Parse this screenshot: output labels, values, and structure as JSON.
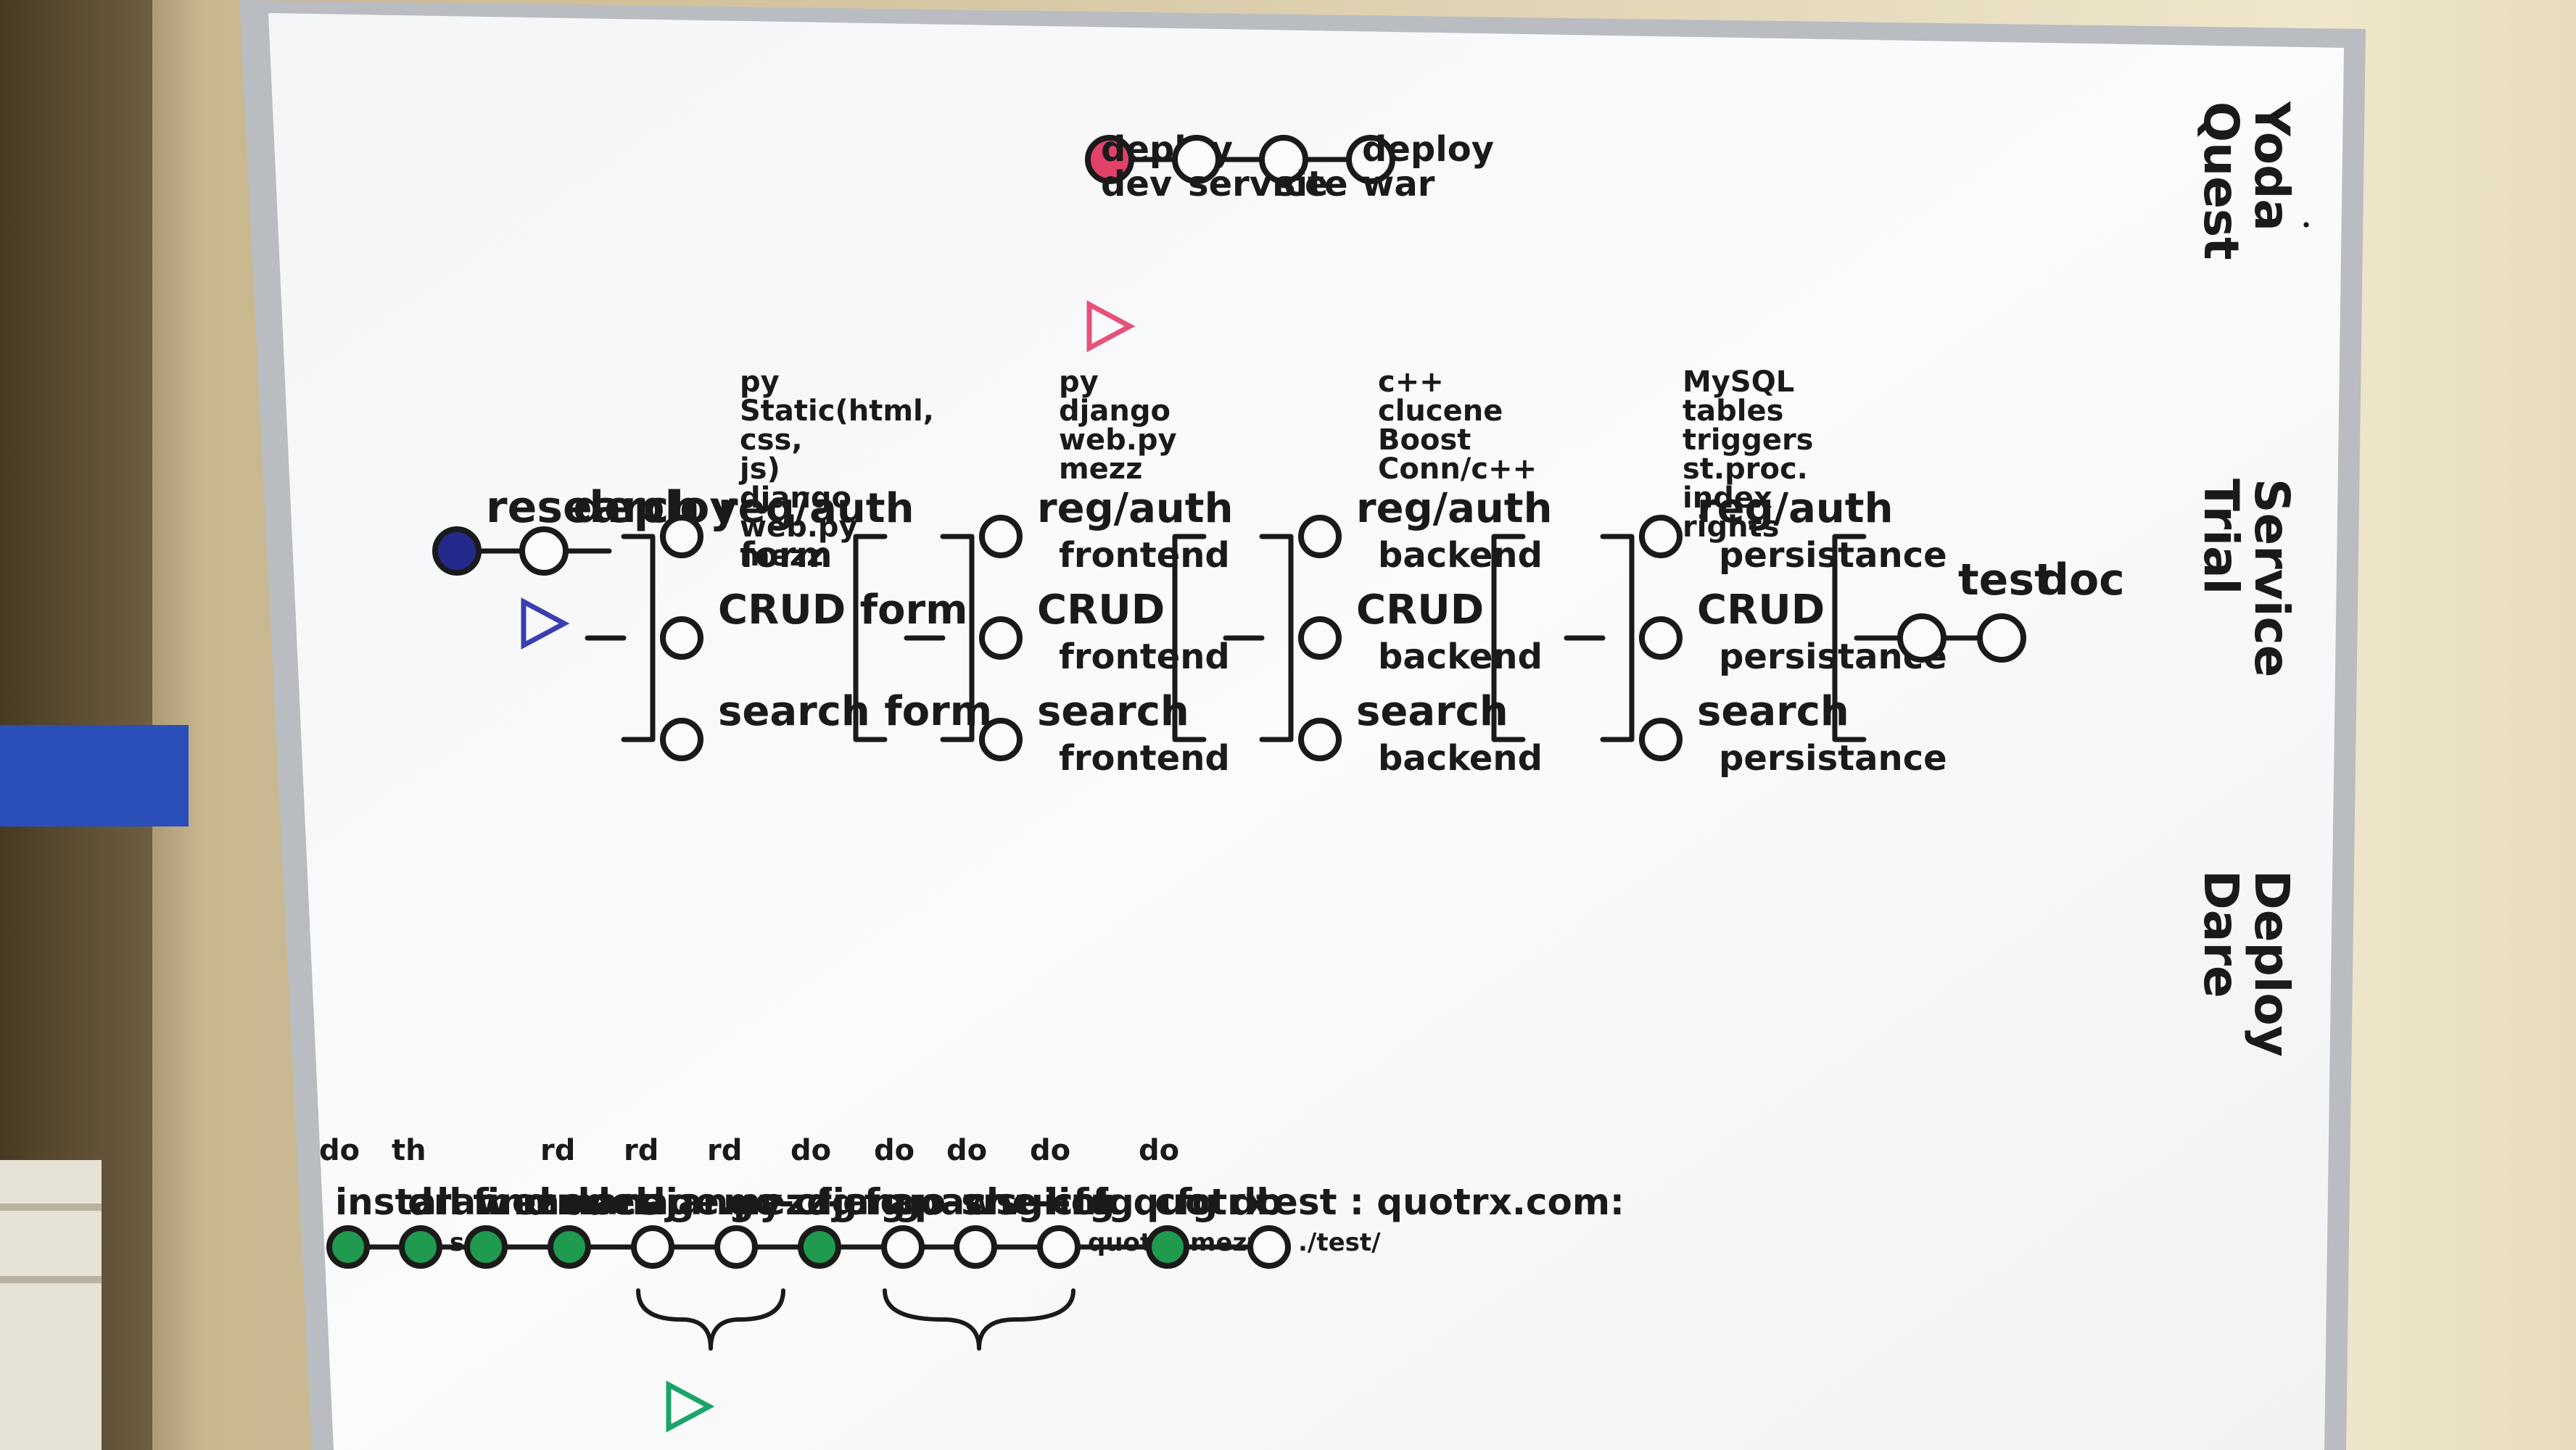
{
  "legend": {
    "yoda_quest": [
      "Yoda",
      "Quest"
    ],
    "service_trial": [
      "Service",
      "Trial"
    ],
    "deploy_dare": [
      "Deploy",
      "Dare"
    ]
  },
  "colors": {
    "pink": "#e8507a",
    "blue": "#3a3fb0",
    "green": "#1aa46b",
    "ink": "#1a1a1a",
    "node_green": "#1f9a4e",
    "node_blue": "#232a8c",
    "node_red": "#e4416a"
  },
  "pink_track": {
    "nodes": [
      {
        "label": [
          "dev",
          "deploy"
        ],
        "state": "done"
      },
      {
        "label": [
          "service"
        ],
        "state": "open"
      },
      {
        "label": [
          "site"
        ],
        "state": "open"
      },
      {
        "label": [
          "war",
          "deploy"
        ],
        "state": "open"
      }
    ]
  },
  "blue_track": {
    "start": [
      {
        "label": "research",
        "state": "done"
      },
      {
        "label": "deploy",
        "state": "open"
      }
    ],
    "notes": [
      {
        "lines": [
          "py",
          "Static(html,",
          "css,",
          "js)",
          "django",
          "web.py",
          "mezz"
        ]
      },
      {
        "lines": [
          "py",
          "django",
          "web.py",
          "mezz"
        ]
      },
      {
        "lines": [
          "c++",
          "clucene",
          "Boost",
          "Conn/c++"
        ]
      },
      {
        "lines": [
          "MySQL",
          "tables",
          "triggers",
          "st.proc.",
          "index",
          "rights"
        ]
      }
    ],
    "stages": [
      {
        "items": [
          {
            "l1": "reg/auth",
            "l2": "form"
          },
          {
            "l1": "CRUD form",
            "l2": ""
          },
          {
            "l1": "search form",
            "l2": ""
          }
        ]
      },
      {
        "items": [
          {
            "l1": "reg/auth",
            "l2": "frontend"
          },
          {
            "l1": "CRUD",
            "l2": "frontend"
          },
          {
            "l1": "search",
            "l2": "frontend"
          }
        ]
      },
      {
        "items": [
          {
            "l1": "reg/auth",
            "l2": "backend"
          },
          {
            "l1": "CRUD",
            "l2": "backend"
          },
          {
            "l1": "search",
            "l2": "backend"
          }
        ]
      },
      {
        "items": [
          {
            "l1": "reg/auth",
            "l2": "persistance"
          },
          {
            "l1": "CRUD",
            "l2": "persistance"
          },
          {
            "l1": "search",
            "l2": "persistance"
          }
        ]
      }
    ],
    "end": [
      {
        "label": "test",
        "state": "open"
      },
      {
        "label": "doc",
        "state": "open"
      }
    ]
  },
  "green_track": {
    "nodes": [
      {
        "pre": "do",
        "label": "install mezz",
        "state": "done"
      },
      {
        "pre": "th",
        "label": "draw model",
        "post": "sr",
        "state": "done"
      },
      {
        "pre": "",
        "label": "find docs",
        "state": "done"
      },
      {
        "pre": "rd",
        "label": "manage.py",
        "state": "done"
      },
      {
        "pre": "rd",
        "label": "django-cfg",
        "state": "open"
      },
      {
        "pre": "rd",
        "label": "mezz-cfg",
        "state": "open"
      },
      {
        "pre": "do",
        "label": "django-srv",
        "state": "done"
      },
      {
        "pre": "do",
        "label": "apache-cfg",
        "state": "open"
      },
      {
        "pre": "do",
        "label": "wsgi-cfg",
        "state": "open"
      },
      {
        "pre": "do",
        "label": "link quotrx",
        "post": "quotrx-mezz",
        "state": "open"
      },
      {
        "pre": "do",
        "label": "cfg db",
        "state": "done"
      },
      {
        "pre": "",
        "label": "test : quotrx.com:",
        "post": "./test/",
        "state": "open"
      }
    ]
  }
}
